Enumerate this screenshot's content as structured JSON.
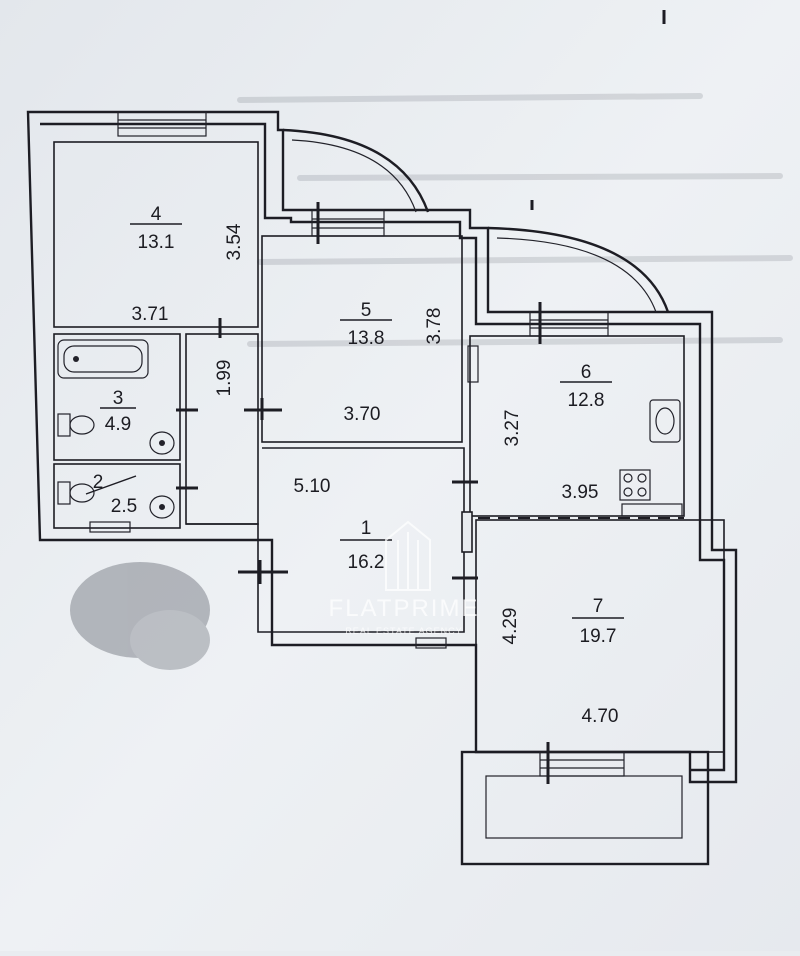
{
  "rooms": [
    {
      "id": "room-1",
      "number": "1",
      "area": "16.2"
    },
    {
      "id": "room-2",
      "number": "2",
      "area": "2.5"
    },
    {
      "id": "room-3",
      "number": "3",
      "area": "4.9"
    },
    {
      "id": "room-4",
      "number": "4",
      "area": "13.1"
    },
    {
      "id": "room-5",
      "number": "5",
      "area": "13.8"
    },
    {
      "id": "room-6",
      "number": "6",
      "area": "12.8"
    },
    {
      "id": "room-7",
      "number": "7",
      "area": "19.7"
    }
  ],
  "dimensions": {
    "room4_height": "3.54",
    "room4_width": "3.71",
    "room5_height": "3.78",
    "room5_width": "3.70",
    "hall_height": "1.99",
    "hall_width": "5.10",
    "room6_height": "3.27",
    "room6_width": "3.95",
    "room7_height": "4.29",
    "room7_width": "4.70"
  },
  "watermark": {
    "brand": "FLATPRIME",
    "tagline": "REAL ESTATE AGENCY"
  }
}
